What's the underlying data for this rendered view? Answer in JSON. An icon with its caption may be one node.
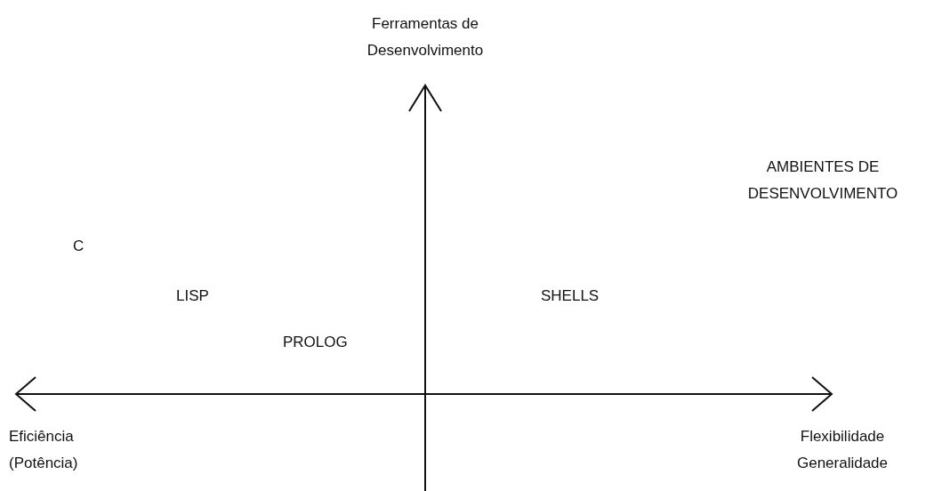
{
  "diagram": {
    "labels": [
      "Ferramentas de Desenvolvimento",
      "AMBIENTES DE DESENVOLVIMENTO",
      "C",
      "LISP",
      "SHELLS",
      "PROLOG",
      "Eficiência (Potência)",
      "Flexibilidade Generalidade"
    ]
  }
}
